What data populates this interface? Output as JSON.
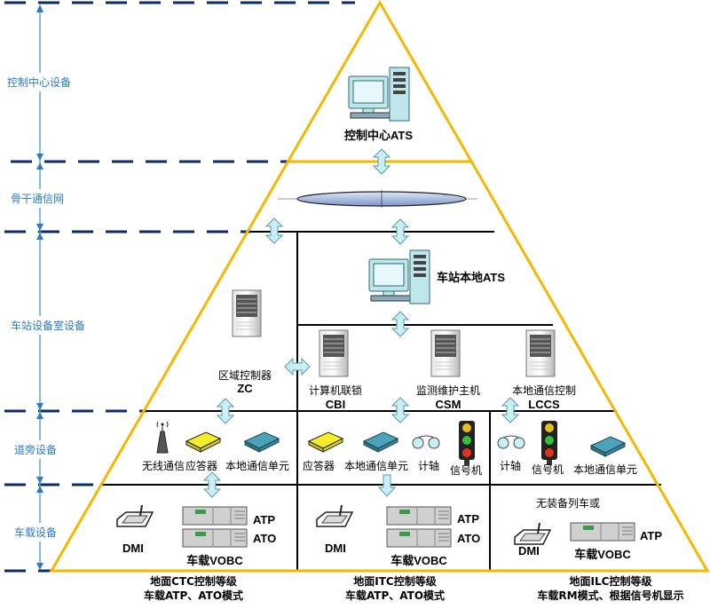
{
  "colors": {
    "pyramid": "#f5b800",
    "tier_divider": "#0d2a6b",
    "tier_text": "#2b7cc4",
    "arrow_fill": "#c8f0f6",
    "arrow_stroke": "#5a9aa6",
    "backbone": "#9fb5dc"
  },
  "tiers": [
    {
      "label": "控制中心设备"
    },
    {
      "label": "骨干通信网"
    },
    {
      "label": "车站设备室设备"
    },
    {
      "label": "道旁设备"
    },
    {
      "label": "车载设备"
    }
  ],
  "control_center": {
    "ats_label": "控制中心ATS"
  },
  "station": {
    "local_ats_label": "车站本地ATS",
    "zc": {
      "name": "区域控制器",
      "code": "ZC"
    },
    "cbi": {
      "name": "计算机联锁",
      "code": "CBI"
    },
    "csm": {
      "name": "监测维护主机",
      "code": "CSM"
    },
    "lccs": {
      "name": "本地通信控制",
      "code": "LCCS"
    }
  },
  "wayside": {
    "col1": [
      "无线通信",
      "应答器",
      "本地通信单元"
    ],
    "col2": [
      "应答器",
      "本地通信单元",
      "计轴",
      "信号机"
    ],
    "col3": [
      "计轴",
      "信号机",
      "本地通信单元"
    ]
  },
  "onboard": {
    "col1": {
      "dmi": "DMI",
      "atp": "ATP",
      "ato": "ATO",
      "vobc": "车载VOBC"
    },
    "col2": {
      "dmi": "DMI",
      "atp": "ATP",
      "ato": "ATO",
      "vobc": "车载VOBC"
    },
    "col3": {
      "note": "无装备列车或",
      "dmi": "DMI",
      "atp": "ATP",
      "vobc": "车载VOBC"
    }
  },
  "modes": [
    {
      "line1": "地面CTC控制等级",
      "line2": "车载ATP、ATO模式"
    },
    {
      "line1": "地面ITC控制等级",
      "line2": "车载ATP、ATO模式"
    },
    {
      "line1": "地面ILC控制等级",
      "line2": "车载RM模式、根据信号机显示"
    }
  ]
}
